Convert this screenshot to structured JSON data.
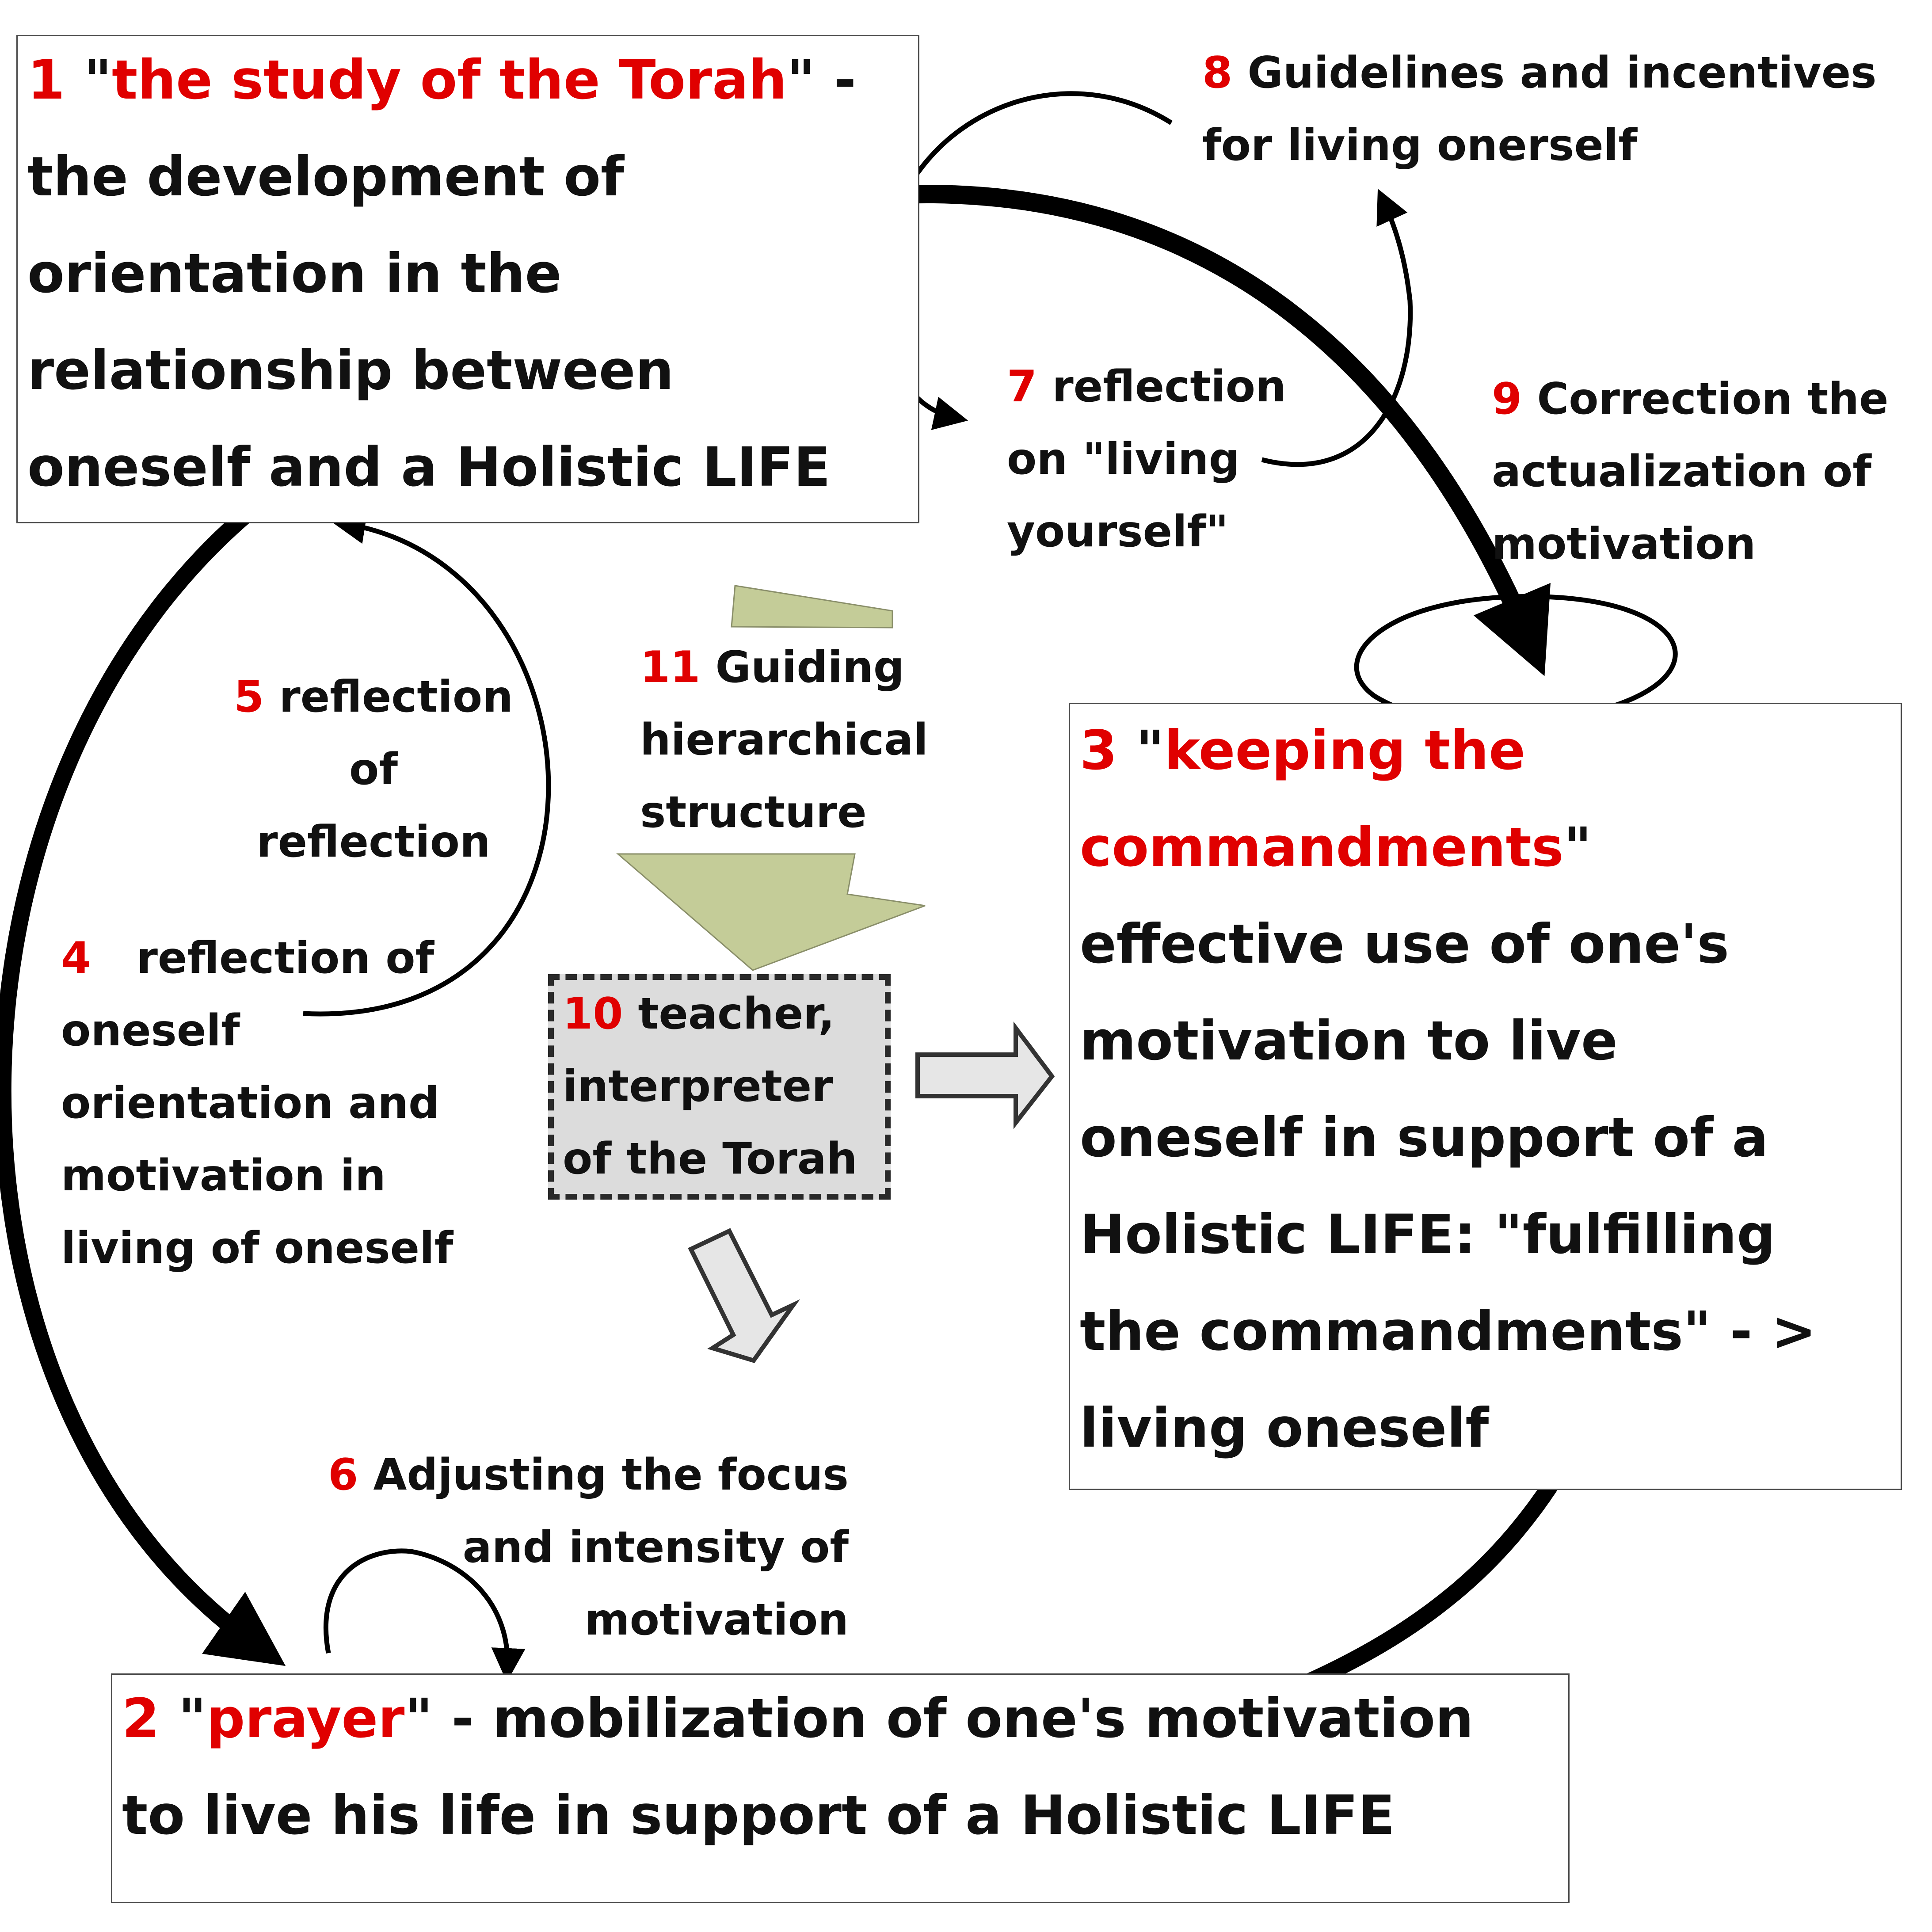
{
  "colors": {
    "accent_red": "#e00000",
    "text": "#111111",
    "olive_arrow": "#c4cc98",
    "teacher_fill": "#dcdcdc",
    "outline_arrow_fill": "#e6e6e6"
  },
  "box1": {
    "number": "1",
    "title_open": "\"",
    "title": "the study of the Torah",
    "title_close": "\"",
    "suffix": " -",
    "lines": [
      "the development of",
      "orientation in the",
      "relationship between",
      "oneself and a Holistic LIFE"
    ]
  },
  "box2": {
    "number": "2",
    "title_open": "\"",
    "title": "prayer",
    "title_close": "\"",
    "suffix": " - mobilization of one's motivation",
    "lines": [
      "to live his life in support of a Holistic LIFE"
    ]
  },
  "box3": {
    "number": "3",
    "title_open": "\"",
    "title_line1": "keeping the",
    "title_line2": "commandments",
    "title_close": "\"",
    "lines": [
      "effective use of one's",
      "motivation to live",
      "oneself in support of a",
      "Holistic LIFE:  \"fulfilling",
      "the commandments\" - >",
      "living oneself"
    ]
  },
  "label4": {
    "number": "4",
    "lines": [
      "reflection of",
      "oneself",
      "orientation and",
      "motivation in",
      "living of oneself"
    ]
  },
  "label5": {
    "number": "5",
    "lines": [
      "reflection",
      "of",
      "reflection"
    ]
  },
  "label6": {
    "number": "6",
    "lines": [
      "Adjusting the focus",
      "and intensity of",
      "motivation"
    ]
  },
  "label7": {
    "number": "7",
    "lines": [
      "reflection",
      "on \"living",
      "yourself\""
    ]
  },
  "label8": {
    "number": "8",
    "lines": [
      "Guidelines and incentives",
      "for living onerself"
    ]
  },
  "label9": {
    "number": "9",
    "lines": [
      "Correction the",
      "actualization of",
      "motivation"
    ]
  },
  "box10": {
    "number": "10",
    "lines": [
      "teacher,",
      "interpreter",
      "of the Torah"
    ]
  },
  "label11": {
    "number": "11",
    "lines": [
      "Guiding",
      "hierarchical",
      "structure"
    ]
  }
}
